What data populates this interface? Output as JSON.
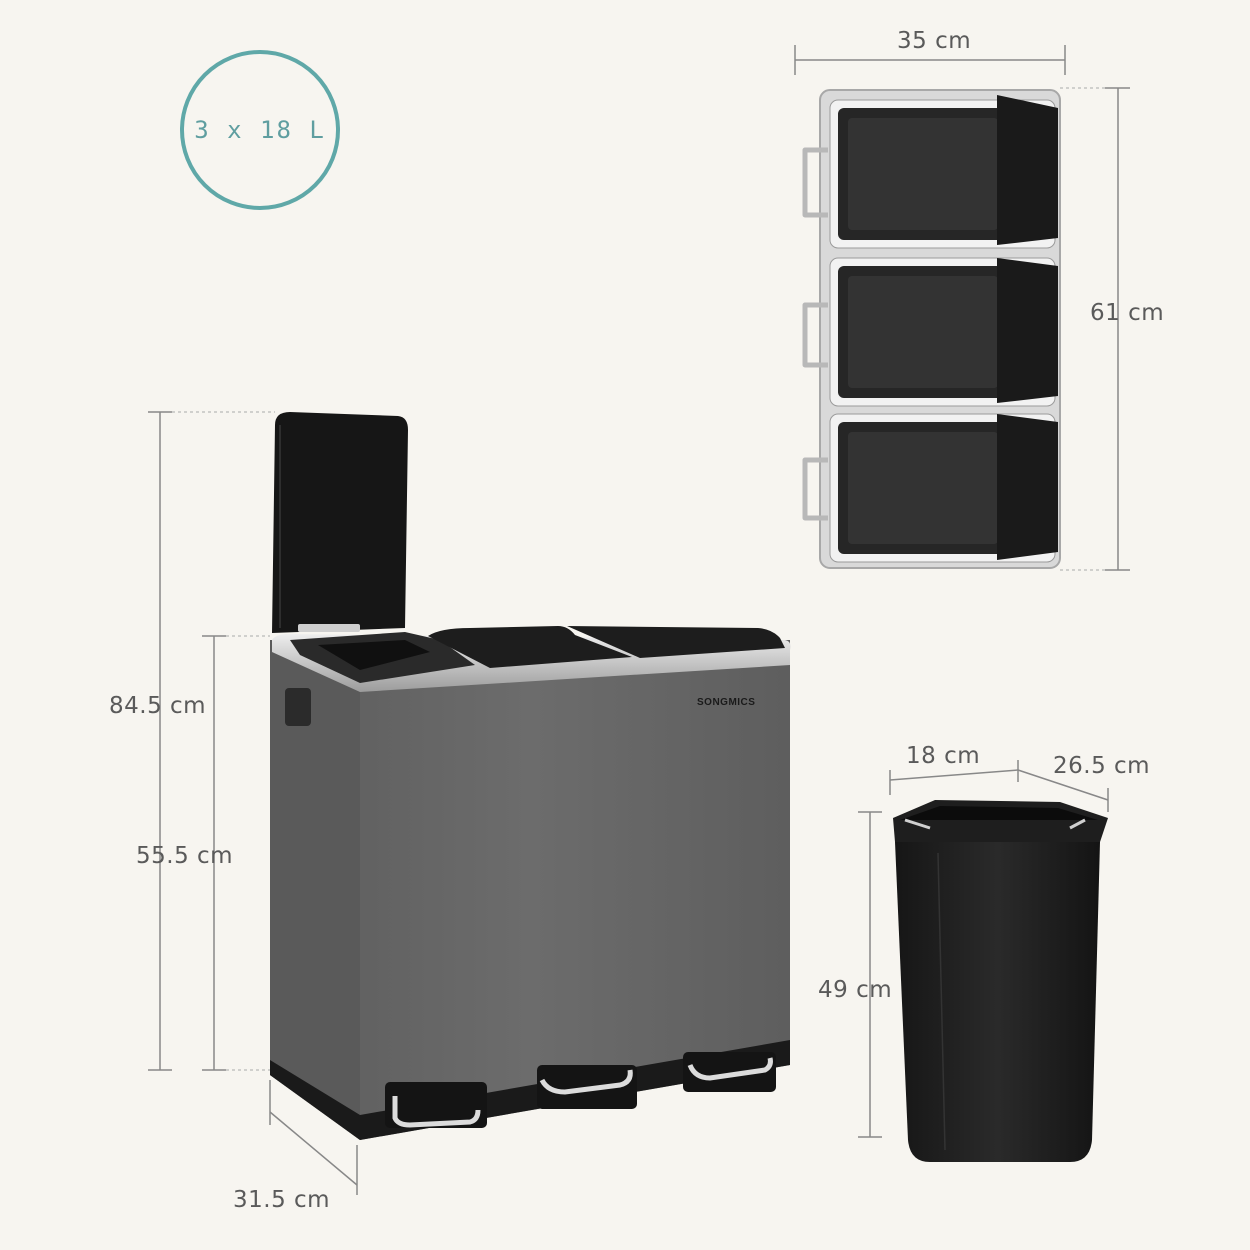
{
  "capacity_badge": "3 x 18 L",
  "brand": "SONGMICS",
  "dimensions": {
    "top_width": "35 cm",
    "top_depth": "61 cm",
    "height_lid_open": "84.5 cm",
    "height": "55.5 cm",
    "depth": "31.5 cm",
    "inner_width": "18 cm",
    "inner_depth": "26.5 cm",
    "inner_height": "49 cm"
  },
  "colors": {
    "background": "#f7f5f0",
    "bin_body": "#676767",
    "lid": "#1c1c1c",
    "steel_trim": "#cfcfcf",
    "badge_ring": "#5fa8a8"
  }
}
